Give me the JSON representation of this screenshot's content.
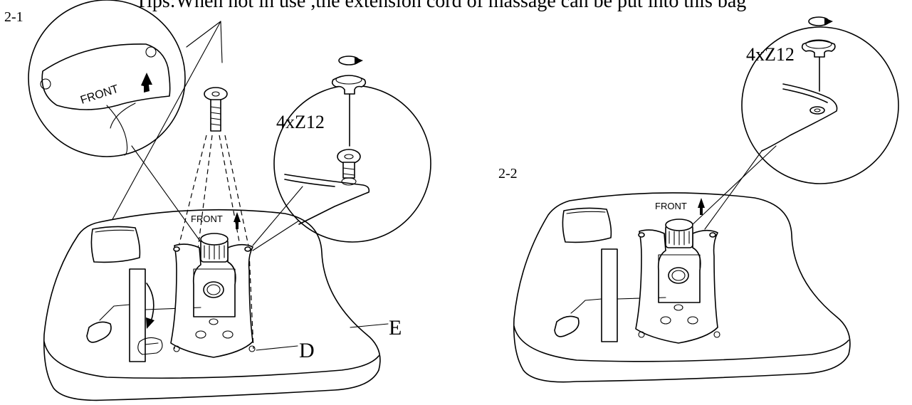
{
  "header": {
    "tip_text": "Tips:When not in use ,the extension cord of massage can be put into this bag"
  },
  "step1": {
    "label": "2-1",
    "screw_callout": "4xZ12",
    "front_label_detail": "FRONT",
    "front_label_main": "FRONT",
    "part_d": "D",
    "part_e": "E"
  },
  "step2": {
    "label": "2-2",
    "screw_callout": "4xZ12",
    "front_label": "FRONT"
  },
  "icons": [
    "rotate-clockwise-icon",
    "allen-key-icon",
    "screw-icon",
    "massage-bag-icon",
    "hand-icon"
  ]
}
